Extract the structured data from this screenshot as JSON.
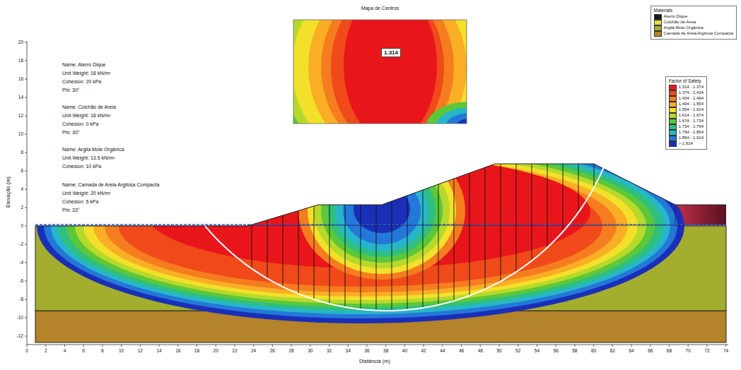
{
  "diagram": {
    "nodes": [
      {
        "text": [
          "Mapa de Centros"
        ]
      },
      {
        "text": [
          "1.314"
        ],
        "in": 0
      }
    ],
    "labels": [
      "Materials",
      "Factor of Safety",
      "Name: Aterro Dique",
      "Unit Weight: 18 kN/m³",
      "Cohesion: 20 kPa",
      "Phi: 30°",
      "Name: Colchão de Areia",
      "Unit Weight: 18 kN/m³",
      "Cohesion: 0 kPa",
      "Phi: 30°",
      "Name: Argila Mole Orgânica",
      "Unit Weight: 13.5 kN/m³",
      "Cohesion: 10 kPa",
      "Name: Camada de Areia Argilosa Compacta",
      "Unit Weight: 20 kN/m³",
      "Cohesion: 5 kPa",
      "Phi: 33°",
      "Elevação (m)",
      "Distância (m)",
      "20",
      "18",
      "16",
      "14",
      "12",
      "10",
      "8",
      "6",
      "4",
      "2",
      "0",
      "-2",
      "-4",
      "-6",
      "-8",
      "-10",
      "-12",
      "0",
      "2",
      "4",
      "6",
      "8",
      "10",
      "12",
      "14",
      "16",
      "18",
      "20",
      "22",
      "24",
      "26",
      "28",
      "30",
      "32",
      "34",
      "36",
      "38",
      "40",
      "42",
      "44",
      "46",
      "48",
      "50",
      "52",
      "54",
      "56",
      "58",
      "60",
      "62",
      "64",
      "66",
      "68",
      "70",
      "72",
      "74"
    ],
    "legend": [
      {
        "text": "Aterro Dique",
        "color": "#1a1a1a"
      },
      {
        "text": "Colchão de Areia",
        "color": "#e8e03a"
      },
      {
        "text": "Argila Mole Orgânica",
        "color": "#a3ad2e"
      },
      {
        "text": "Camada de Areia Argilosa Compacta",
        "color": "#b4832a"
      },
      {
        "text": "1.314 - 1.374",
        "color": "#e8161b"
      },
      {
        "text": "1.374 - 1.434",
        "color": "#f04a1a"
      },
      {
        "text": "1.434 - 1.494",
        "color": "#f57d1f"
      },
      {
        "text": "1.494 - 1.554",
        "color": "#f9ae25"
      },
      {
        "text": "1.554 - 1.614",
        "color": "#f3e02a"
      },
      {
        "text": "1.614 - 1.674",
        "color": "#b6d92c"
      },
      {
        "text": "1.674 - 1.734",
        "color": "#5cc739"
      },
      {
        "text": "1.734 - 1.794",
        "color": "#2fbf7f"
      },
      {
        "text": "1.794 - 1.854",
        "color": "#27b6c9"
      },
      {
        "text": "1.854 - 1.914",
        "color": "#2478d8"
      },
      {
        "text": "> 1.914",
        "color": "#1a2fb8"
      }
    ]
  }
}
